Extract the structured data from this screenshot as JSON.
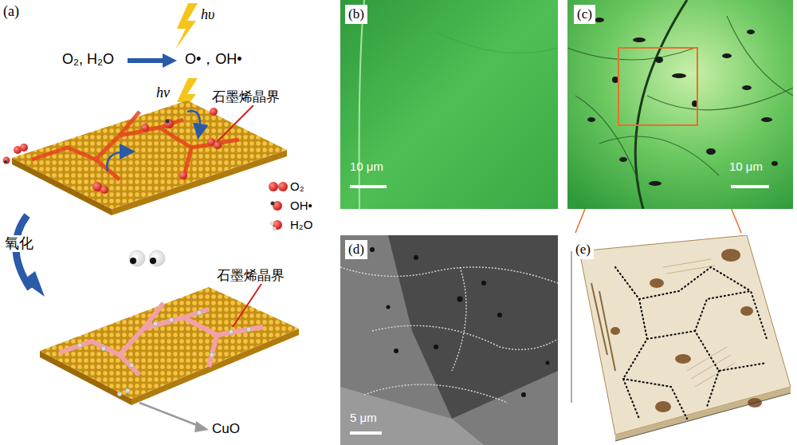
{
  "diagram": {
    "nodes": [
      {
        "text": [
          "(b)",
          "10 μm"
        ]
      },
      {
        "text": [
          "(c)",
          "10 μm"
        ]
      },
      {
        "text": [
          "(d)",
          "5 μm"
        ]
      },
      {
        "text": [
          "(e)"
        ]
      }
    ],
    "labels": [
      "(a)",
      "hυ",
      "O₂, H₂O",
      "O•，OH•",
      "hν",
      "石墨烯晶界",
      "氧化",
      "石墨烯晶界",
      "CuO"
    ],
    "legend": [
      {
        "text": "O₂"
      },
      {
        "text": "OH•"
      },
      {
        "text": "H₂O"
      }
    ]
  }
}
